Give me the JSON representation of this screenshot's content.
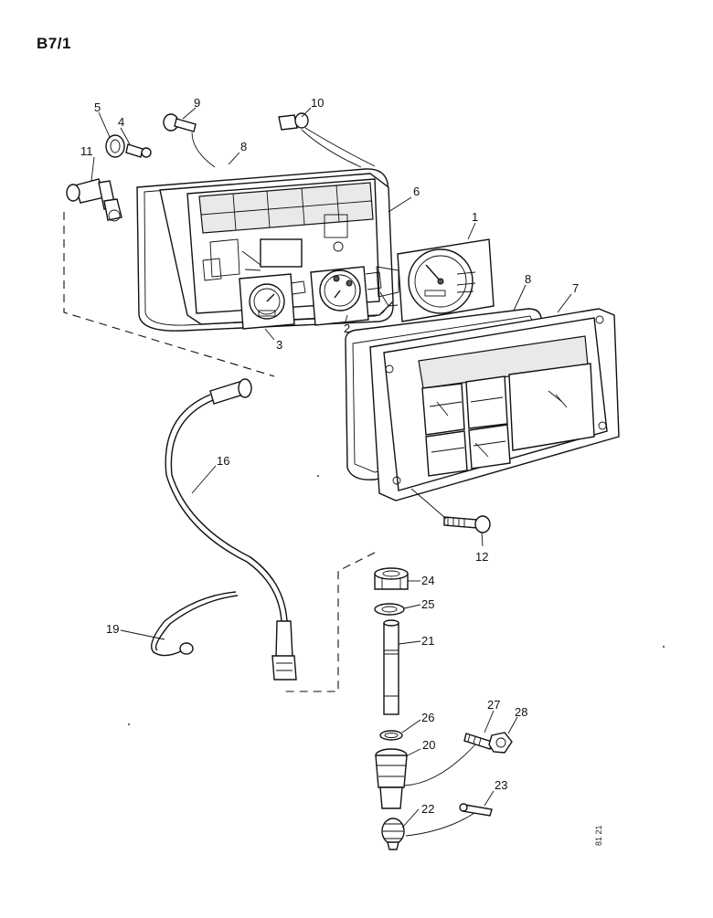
{
  "page_ref": "B7/1",
  "print_code": "81 21",
  "callouts": [
    {
      "id": "c1",
      "label": "1"
    },
    {
      "id": "c2",
      "label": "2"
    },
    {
      "id": "c3",
      "label": "3"
    },
    {
      "id": "c4",
      "label": "4"
    },
    {
      "id": "c5",
      "label": "5"
    },
    {
      "id": "c6",
      "label": "6"
    },
    {
      "id": "c7",
      "label": "7"
    },
    {
      "id": "c8a",
      "label": "8"
    },
    {
      "id": "c8b",
      "label": "8"
    },
    {
      "id": "c9",
      "label": "9"
    },
    {
      "id": "c10",
      "label": "10"
    },
    {
      "id": "c11",
      "label": "11"
    },
    {
      "id": "c12",
      "label": "12"
    },
    {
      "id": "c16",
      "label": "16"
    },
    {
      "id": "c19",
      "label": "19"
    },
    {
      "id": "c20",
      "label": "20"
    },
    {
      "id": "c21",
      "label": "21"
    },
    {
      "id": "c22",
      "label": "22"
    },
    {
      "id": "c23",
      "label": "23"
    },
    {
      "id": "c24",
      "label": "24"
    },
    {
      "id": "c25",
      "label": "25"
    },
    {
      "id": "c26",
      "label": "26"
    },
    {
      "id": "c27",
      "label": "27"
    },
    {
      "id": "c28",
      "label": "28"
    }
  ]
}
